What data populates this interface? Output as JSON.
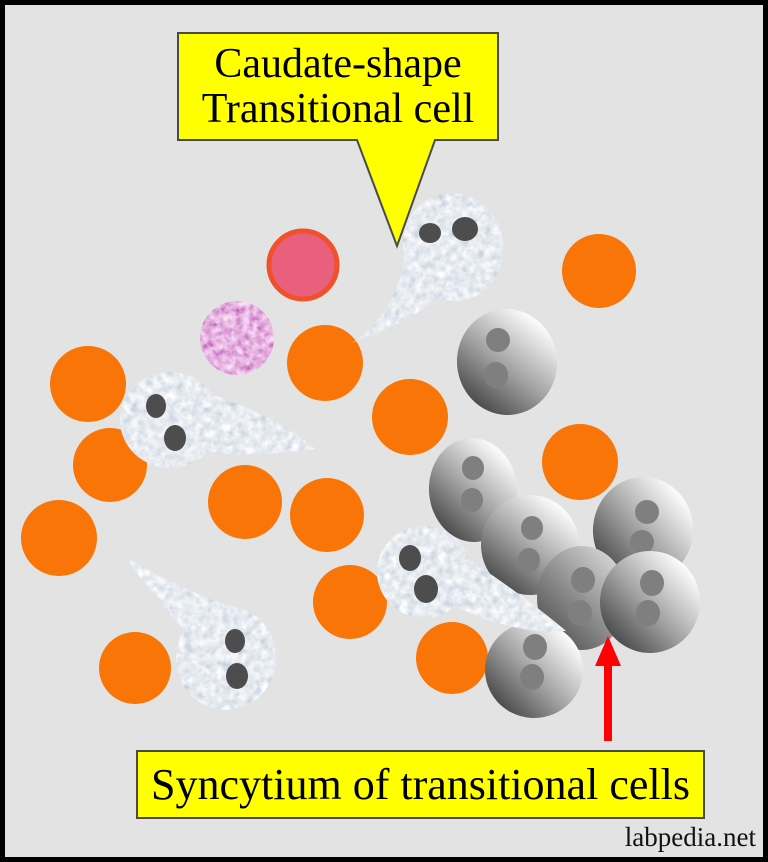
{
  "diagram": {
    "callout": {
      "line1": "Caudate-shape",
      "line2": "Transitional cell"
    },
    "syncytium_label": "Syncytium of transitional cells",
    "watermark": "labpedia.net"
  },
  "cell_counts": {
    "orange_cells": 12,
    "caudate_transitional_cells": 4,
    "syncytium_cells": 7,
    "pink_cells": 1,
    "magenta_cells": 1
  },
  "colors": {
    "background": "#e3e3e3",
    "frame_border": "#000000",
    "label_background": "#ffff00",
    "label_border": "#4a4a4a",
    "orange_cell": "#f97507",
    "pink_cell_fill": "#e9607e",
    "pink_cell_rim": "#f0512b",
    "magenta_cell": "#bc3bb4",
    "caudate_cell_base": "#bfccda",
    "caudate_nucleus": "#4d4d4d",
    "syncytium_nucleus": "#7f7f7f",
    "arrow_red": "#fb0204",
    "text": "#000000"
  }
}
